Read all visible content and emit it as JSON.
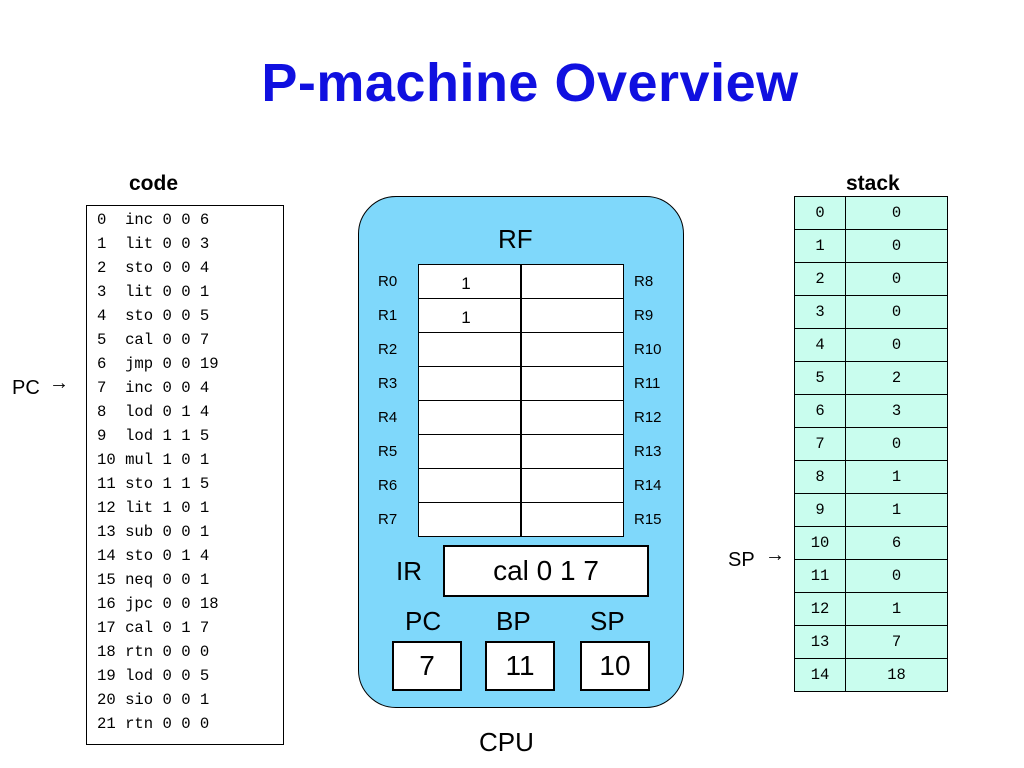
{
  "title": "P-machine Overview",
  "code": {
    "heading": "code",
    "lines": [
      "0  inc 0 0 6",
      "1  lit 0 0 3",
      "2  sto 0 0 4",
      "3  lit 0 0 1",
      "4  sto 0 0 5",
      "5  cal 0 0 7",
      "6  jmp 0 0 19",
      "7  inc 0 0 4",
      "8  lod 0 1 4",
      "9  lod 1 1 5",
      "10 mul 1 0 1",
      "11 sto 1 1 5",
      "12 lit 1 0 1",
      "13 sub 0 0 1",
      "14 sto 0 1 4",
      "15 neq 0 0 1",
      "16 jpc 0 0 18",
      "17 cal 0 1 7",
      "18 rtn 0 0 0",
      "19 lod 0 0 5",
      "20 sio 0 0 1",
      "21 rtn 0 0 0"
    ],
    "pointer_label": "PC",
    "pointer_line": 7
  },
  "cpu": {
    "label": "CPU",
    "rf_label": "RF",
    "left_registers": [
      {
        "name": "R0",
        "value": "1"
      },
      {
        "name": "R1",
        "value": "1"
      },
      {
        "name": "R2",
        "value": ""
      },
      {
        "name": "R3",
        "value": ""
      },
      {
        "name": "R4",
        "value": ""
      },
      {
        "name": "R5",
        "value": ""
      },
      {
        "name": "R6",
        "value": ""
      },
      {
        "name": "R7",
        "value": ""
      }
    ],
    "right_registers": [
      {
        "name": "R8",
        "value": ""
      },
      {
        "name": "R9",
        "value": ""
      },
      {
        "name": "R10",
        "value": ""
      },
      {
        "name": "R11",
        "value": ""
      },
      {
        "name": "R12",
        "value": ""
      },
      {
        "name": "R13",
        "value": ""
      },
      {
        "name": "R14",
        "value": ""
      },
      {
        "name": "R15",
        "value": ""
      }
    ],
    "ir": {
      "label": "IR",
      "value": "cal 0 1 7"
    },
    "pc": {
      "label": "PC",
      "value": "7"
    },
    "bp": {
      "label": "BP",
      "value": "11"
    },
    "sp": {
      "label": "SP",
      "value": "10"
    }
  },
  "stack": {
    "heading": "stack",
    "rows": [
      {
        "index": "0",
        "value": "0"
      },
      {
        "index": "1",
        "value": "0"
      },
      {
        "index": "2",
        "value": "0"
      },
      {
        "index": "3",
        "value": "0"
      },
      {
        "index": "4",
        "value": "0"
      },
      {
        "index": "5",
        "value": "2"
      },
      {
        "index": "6",
        "value": "3"
      },
      {
        "index": "7",
        "value": "0"
      },
      {
        "index": "8",
        "value": "1"
      },
      {
        "index": "9",
        "value": "1"
      },
      {
        "index": "10",
        "value": "6"
      },
      {
        "index": "11",
        "value": "0"
      },
      {
        "index": "12",
        "value": "1"
      },
      {
        "index": "13",
        "value": "7"
      },
      {
        "index": "14",
        "value": "18"
      }
    ],
    "pointer_label": "SP",
    "pointer_row": 10
  },
  "arrow_glyph": "→"
}
